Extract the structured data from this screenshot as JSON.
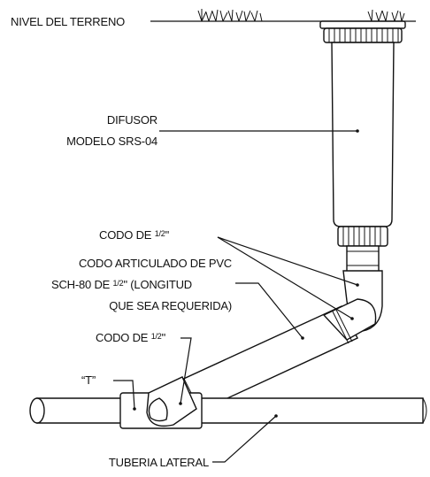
{
  "labels": {
    "ground": "NIVEL DEL TERRENO",
    "diffuser_line1": "DIFUSOR",
    "diffuser_line2": "MODELO SRS-04",
    "elbow_top": "CODO DE ",
    "half": "1/2",
    "inch": "\"",
    "swing_line1": "CODO ARTICULADO DE PVC",
    "swing_line2_a": "SCH-80 DE  ",
    "swing_line2_b": "\" (LONGITUD",
    "swing_line3": "QUE SEA REQUERIDA)",
    "elbow_bottom": "CODO DE ",
    "tee": "“T”",
    "lateral": "TUBERIA LATERAL"
  },
  "colors": {
    "line": "#111111",
    "fill": "#ffffff"
  }
}
